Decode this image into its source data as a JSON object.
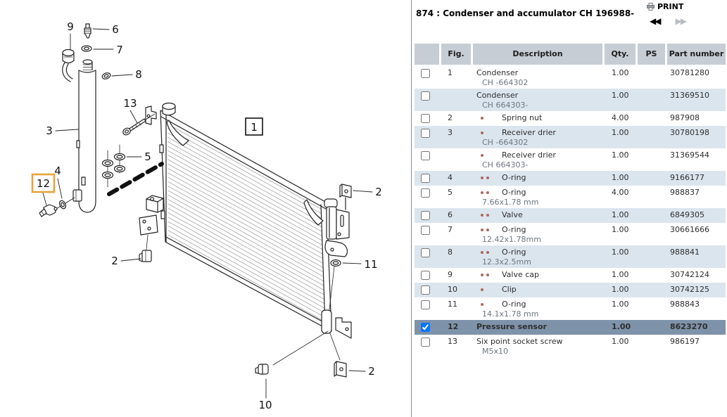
{
  "header": {
    "title": "874 : Condenser and accumulator CH 196988-",
    "print_label": "PRINT",
    "nav_prev": "◀◀",
    "nav_next": "▶▶"
  },
  "diagram": {
    "callouts": {
      "c1": "1",
      "c2": "2",
      "c3": "3",
      "c4": "4",
      "c5": "5",
      "c6": "6",
      "c7": "7",
      "c8": "8",
      "c9": "9",
      "c10": "10",
      "c11": "11",
      "c12": "12",
      "c13": "13"
    },
    "selected_callout": "12"
  },
  "table": {
    "columns": [
      "",
      "Fig.",
      "Description",
      "Qty.",
      "PS",
      "Part number"
    ],
    "rows": [
      {
        "fig": "1",
        "desc": "Condenser",
        "sub": "CH -664302",
        "level": 0,
        "qty": "1.00",
        "part": "30781280",
        "checked": false,
        "highlight": false
      },
      {
        "fig": "",
        "desc": "Condenser",
        "sub": "CH 664303-",
        "level": 0,
        "qty": "1.00",
        "part": "31369510",
        "checked": false,
        "highlight": false
      },
      {
        "fig": "2",
        "desc": "Spring nut",
        "level": 1,
        "qty": "4.00",
        "part": "987908",
        "checked": false,
        "highlight": false
      },
      {
        "fig": "3",
        "desc": "Receiver drier",
        "sub": "CH -664302",
        "level": 1,
        "qty": "1.00",
        "part": "30780198",
        "checked": false,
        "highlight": false
      },
      {
        "fig": "",
        "desc": "Receiver drier",
        "sub": "CH 664303-",
        "level": 1,
        "qty": "1.00",
        "part": "31369544",
        "checked": false,
        "highlight": false
      },
      {
        "fig": "4",
        "desc": "O-ring",
        "level": 2,
        "qty": "1.00",
        "part": "9166177",
        "checked": false,
        "highlight": false
      },
      {
        "fig": "5",
        "desc": "O-ring",
        "sub": "7.66x1.78 mm",
        "level": 2,
        "qty": "4.00",
        "part": "988837",
        "checked": false,
        "highlight": false
      },
      {
        "fig": "6",
        "desc": "Valve",
        "level": 2,
        "qty": "1.00",
        "part": "6849305",
        "checked": false,
        "highlight": false
      },
      {
        "fig": "7",
        "desc": "O-ring",
        "sub": "12.42x1.78mm",
        "level": 2,
        "qty": "1.00",
        "part": "30661666",
        "checked": false,
        "highlight": false
      },
      {
        "fig": "8",
        "desc": "O-ring",
        "sub": "12.3x2.5mm",
        "level": 2,
        "qty": "1.00",
        "part": "988841",
        "checked": false,
        "highlight": false
      },
      {
        "fig": "9",
        "desc": "Valve cap",
        "level": 2,
        "qty": "1.00",
        "part": "30742124",
        "checked": false,
        "highlight": false
      },
      {
        "fig": "10",
        "desc": "Clip",
        "level": 1,
        "qty": "1.00",
        "part": "30742125",
        "checked": false,
        "highlight": false
      },
      {
        "fig": "11",
        "desc": "O-ring",
        "sub": "14.1x1.78 mm",
        "level": 1,
        "qty": "1.00",
        "part": "988843",
        "checked": false,
        "highlight": false
      },
      {
        "fig": "12",
        "desc": "Pressure sensor",
        "level": 0,
        "qty": "1.00",
        "part": "8623270",
        "checked": true,
        "highlight": true
      },
      {
        "fig": "13",
        "desc": "Six point socket screw",
        "sub": "M5x10",
        "level": 0,
        "qty": "1.00",
        "part": "986197",
        "checked": false,
        "highlight": false
      }
    ]
  },
  "colors": {
    "row_alt": "#dbe5ee",
    "row_hl": "#7e93a9",
    "header_bg": "#c6cdd4",
    "bullet": "#b0685a",
    "sub_text": "#6e7780",
    "callout_hl": "#e8a33c",
    "nav_disabled": "#b9bec4"
  }
}
